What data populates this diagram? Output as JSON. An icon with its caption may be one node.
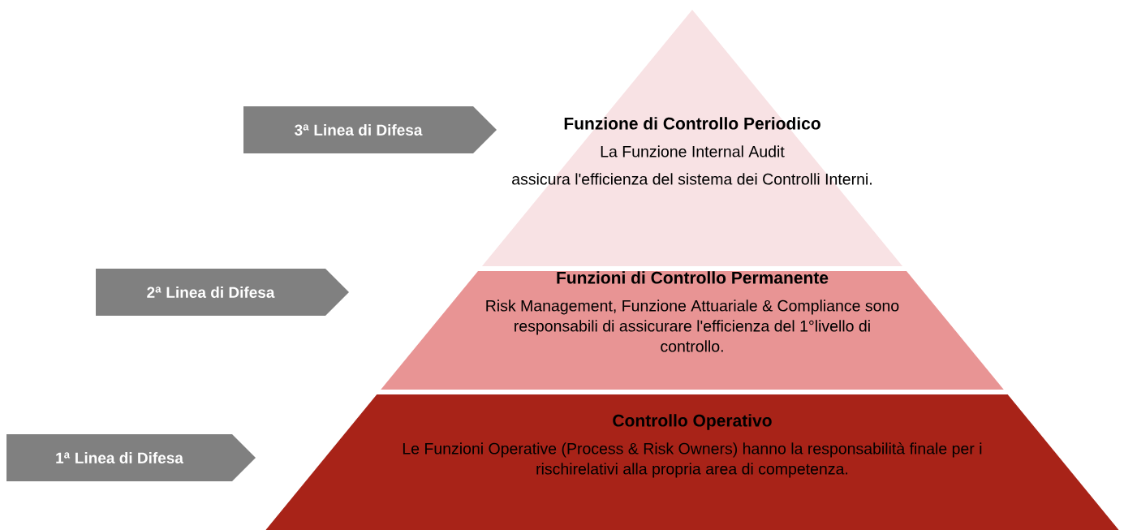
{
  "diagram": {
    "nodes": [
      {
        "text": [
          "3$^{a}$ Linea di Difesa"
        ]
      },
      {
        "text": [
          "Funzione di Controllo Periodico",
          "La Funzione Internal Audit",
          "assicura l'efficienza del sistema dei Controlli Interni."
        ]
      },
      {
        "text": [
          "2$^{a}$ Linea di Difesa"
        ]
      },
      {
        "text": [
          "Funzioni di Controllo Permanente",
          "Risk Management, Funzione Attuariale & Compliance sono responsabili di assicurare l'efficienza del 1°livello di controllo."
        ]
      },
      {
        "text": [
          "1$^{a}$ Linea di Difesa"
        ]
      },
      {
        "text": [
          "Controllo Operativo",
          "Le Funzioni Operative (Process & Risk Owners) hanno la responsabilità finale per i rischirelativi alla propria area di competenza."
        ]
      }
    ]
  }
}
